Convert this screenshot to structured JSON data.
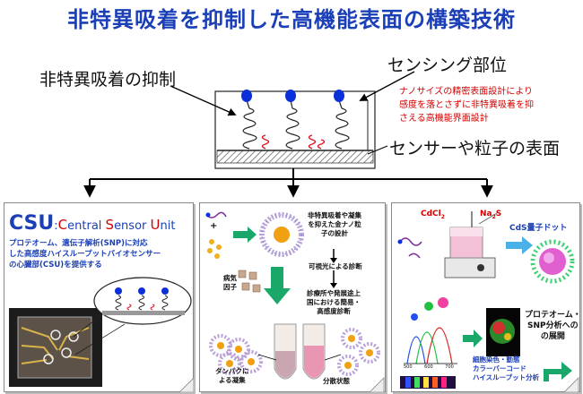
{
  "title": "非特異吸着を抑制した高機能表面の構築技術",
  "top": {
    "label_suppression": "非特異吸着の抑制",
    "label_sensing": "センシング部位",
    "label_surface": "センサーや粒子の表面",
    "note_lines": [
      "ナノサイズの精密表面設計により",
      "感度を落とさずに非特異吸着を抑",
      "さえる高機能界面設計"
    ]
  },
  "left_panel": {
    "csu_big": "CSU",
    "csu_sep": ":",
    "csu_words": [
      {
        "initial": "C",
        "rest": "entral "
      },
      {
        "initial": "S",
        "rest": "ensor "
      },
      {
        "initial": "U",
        "rest": "nit"
      }
    ],
    "desc_lines": [
      "プロテオーム、遺伝子解析(SNP)に対応",
      "した高感度ハイスループットバイオセンサー",
      "の心臓部(CSU)を提供する"
    ]
  },
  "middle_panel": {
    "gold_np_lines": [
      "非特異吸着や凝集",
      "を抑えた金ナノ粒",
      "子の設計"
    ],
    "plus": "+",
    "visible_diag": "可視光による診断",
    "clinic_lines": [
      "診療所や発展途上",
      "国における簡易・",
      "高感度診断"
    ],
    "factor_lines": [
      "病気",
      "因子"
    ],
    "protein_lines": [
      "タンパクに",
      "よる凝集"
    ],
    "dispersed": "分散状態"
  },
  "right_panel": {
    "cdcl2_main": "CdCl",
    "cdcl2_sub": "2",
    "na2s_a": "Na",
    "na2s_sub": "2",
    "na2s_b": "S",
    "cds": "CdS量子ドット",
    "proteome_lines": [
      "プロテオーム・",
      "SNP分析への",
      "の展開"
    ],
    "cell_lines": [
      "細胞染色・動態",
      "カラーバーコード",
      "ハイスループット分析"
    ],
    "axis_ticks": [
      "500",
      "600",
      "700"
    ]
  },
  "colors": {
    "title_blue": "#1a3fb8",
    "accent_red": "#d40000",
    "molecule_blue": "#0b2fd8",
    "csu_blue": "#1a3fb8"
  }
}
